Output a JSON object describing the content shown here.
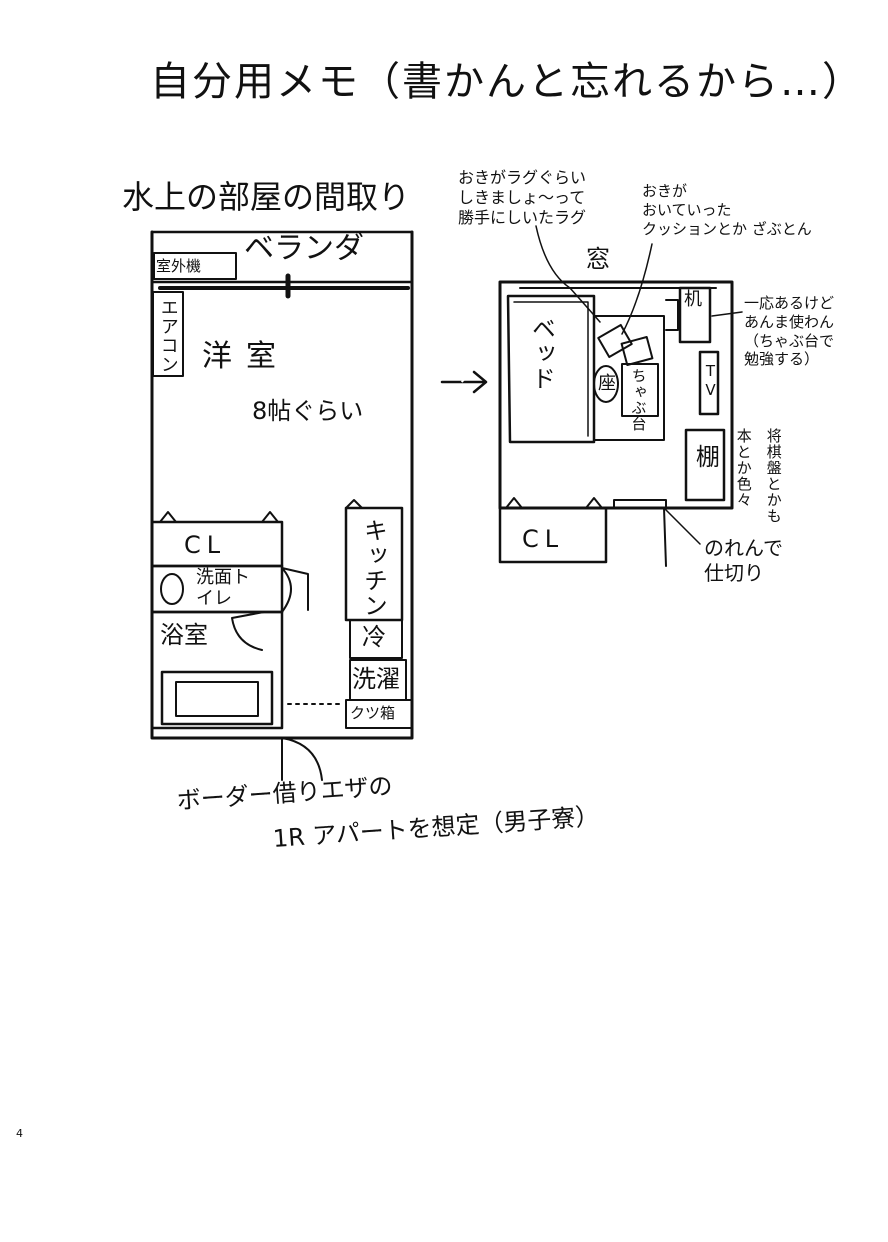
{
  "title": "自分用メモ（書かんと忘れるから…）",
  "subtitle": "水上の部屋の間取り",
  "page_number": "4",
  "left_plan": {
    "balcony": "ベランダ",
    "outdoor_unit": "室外機",
    "aircon": "エアコン",
    "room": "洋室",
    "room_size": "8帖ぐらい",
    "closet": "CL",
    "washroom": "洗面トイレ",
    "bath": "浴室",
    "kitchen": "キッチン",
    "fridge": "冷",
    "washer": "洗濯",
    "shoe_box": "クツ箱"
  },
  "arrow": "→",
  "right_plan": {
    "window": "窓",
    "bed": "ベッド",
    "zaisu": "座",
    "low_table": "ちゃぶ台",
    "desk": "机",
    "tv": "TV",
    "shelf": "棚",
    "closet": "CL"
  },
  "notes": {
    "rug": "おきがラグぐらい\nしきましょ〜って\n勝手にしいたラグ",
    "cushion": "おきが\nおいていった\nクッションとか ざぶとん",
    "desk": "一応あるけど\nあんま使わん\n（ちゃぶ台で\n勉強する）",
    "shelf_books": "本とか色々",
    "shogi": "将棋盤とかも",
    "noren": "のれんで\n仕切り"
  },
  "caption": {
    "line1": "ボーダー借りエザの",
    "line2": "1R アパートを想定（男子寮）"
  }
}
